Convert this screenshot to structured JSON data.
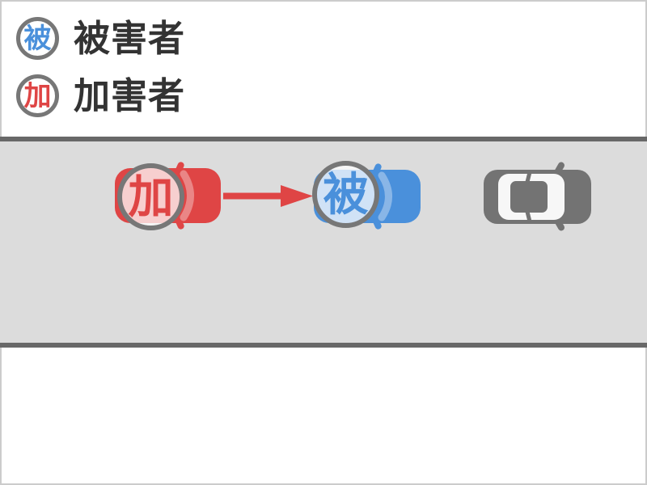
{
  "legend": {
    "victim": {
      "badge": "被",
      "label": "被害者"
    },
    "perpetrator": {
      "badge": "加",
      "label": "加害者"
    }
  },
  "diagram": {
    "perpetrator_car_badge": "加",
    "victim_car_badge": "被"
  },
  "icons": {
    "perpetrator_car": "red-car-top-view-icon",
    "victim_car": "blue-car-top-view-icon",
    "other_car": "gray-car-top-view-icon",
    "arrow": "collision-direction-arrow-icon"
  },
  "colors": {
    "perpetrator_red": "#df4545",
    "victim_blue": "#4a90db",
    "other_car_gray": "#737373",
    "road_background": "#dcdcdc",
    "road_border_line": "#686868",
    "badge_circle_border": "#777777",
    "legend_text": "#333333",
    "outer_frame": "#cccccc"
  }
}
